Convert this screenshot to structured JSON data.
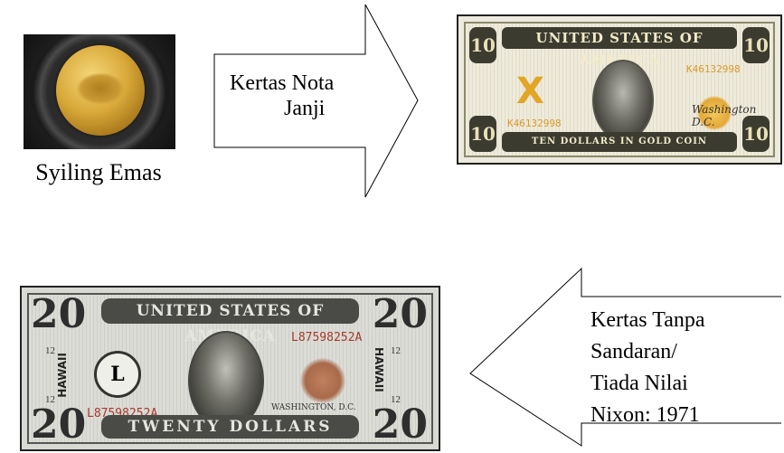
{
  "coin": {
    "caption": "Syiling Emas"
  },
  "arrow_right": {
    "line1": "Kertas Nota",
    "line2": "Janji"
  },
  "arrow_left": {
    "line1": "Kertas Tanpa",
    "line2": "Sandaran/",
    "line3": "Tiada Nilai",
    "line4": "Nixon: 1971"
  },
  "gold_note": {
    "title": "UNITED STATES OF AMERICA",
    "footer": "TEN DOLLARS IN GOLD COIN",
    "denomination": "10",
    "serial": "K46132998",
    "city": "Washington D.C."
  },
  "hawaii_note": {
    "title": "UNITED STATES OF AMERICA",
    "footer": "TWENTY DOLLARS",
    "denomination": "20",
    "serial": "L87598252A",
    "overprint": "HAWAII",
    "district": "L",
    "small_denom": "12",
    "city": "WASHINGTON, D.C."
  },
  "colors": {
    "gold": "#e2a524",
    "note_dark": "#3b3b30",
    "serial_red": "#a33a2a"
  }
}
